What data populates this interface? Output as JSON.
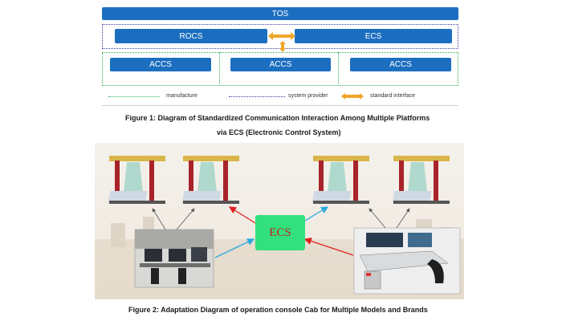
{
  "figure1": {
    "tos_label": "TOS",
    "rocs_label": "ROCS",
    "ecs_label": "ECS",
    "accs_labels": [
      "ACCS",
      "ACCS",
      "ACCS"
    ],
    "legend": {
      "manufacture": "manufacture",
      "system_provider": "system provider",
      "standard_interface": "standard interface"
    },
    "caption_line1": "Figure 1: Diagram of Standardized Communication Interaction Among Multiple Platforms",
    "caption_line2": "via ECS (Electronic Control System)",
    "colors": {
      "bar": "#1c6fc0",
      "manufacture_line": "#2fae5a",
      "provider_line": "#3a3aa8",
      "interface_arrow": "#f0a52a"
    }
  },
  "figure2": {
    "hub_label": "ECS",
    "caption": "Figure 2: Adaptation Diagram of operation console Cab for Multiple Models and Brands",
    "colors": {
      "hub": "#32e07d",
      "hub_text": "#c81e1e",
      "red_arrow": "#e02020",
      "blue_arrow": "#2aa8e0"
    }
  }
}
